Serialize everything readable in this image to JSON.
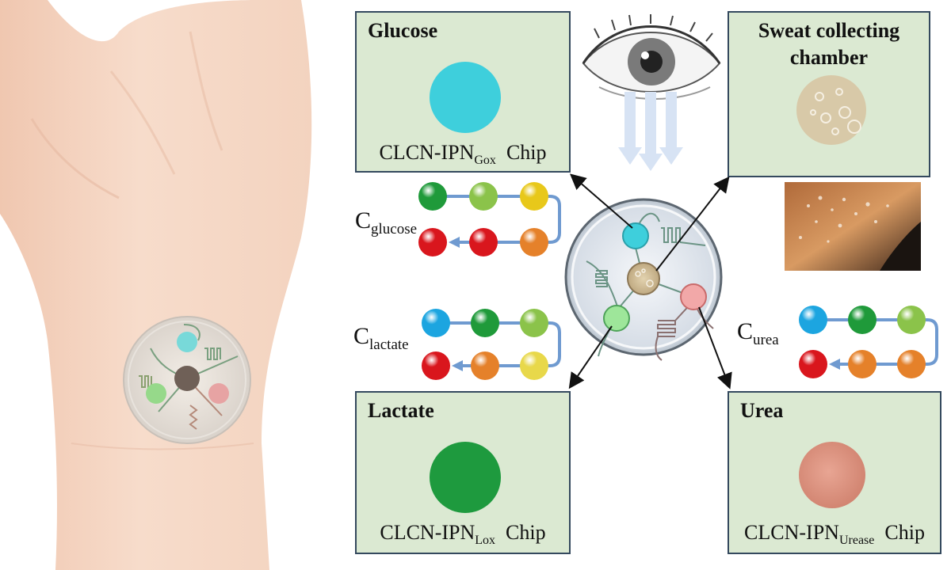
{
  "panels": {
    "glucose": {
      "title": "Glucose",
      "chip_main": "CLCN-IPN",
      "chip_sub": "Gox",
      "chip_suffix": "Chip",
      "color": "#3ecfdc"
    },
    "sweat": {
      "title_line1": "Sweat collecting",
      "title_line2": "chamber",
      "color": "#d8c9a8"
    },
    "lactate": {
      "title": "Lactate",
      "chip_main": "CLCN-IPN",
      "chip_sub": "Lox",
      "chip_suffix": "Chip",
      "color": "#1e9a3e"
    },
    "urea": {
      "title": "Urea",
      "chip_main": "CLCN-IPN",
      "chip_sub": "Urease",
      "chip_suffix": "Chip",
      "color": "#d88d79"
    }
  },
  "concentration_labels": {
    "glucose": {
      "main": "C",
      "sub": "glucose"
    },
    "lactate": {
      "main": "C",
      "sub": "lactate"
    },
    "urea": {
      "main": "C",
      "sub": "urea"
    }
  },
  "color_scales": {
    "glucose": {
      "top": [
        "#1f9a3a",
        "#8bc34a",
        "#e8c81a"
      ],
      "bottom": [
        "#d9161d",
        "#d9161d",
        "#e5812a"
      ]
    },
    "lactate": {
      "top": [
        "#1ca5e0",
        "#1f9a3a",
        "#8bc34a"
      ],
      "bottom": [
        "#d9161d",
        "#e5812a",
        "#e8d84a"
      ]
    },
    "urea": {
      "top": [
        "#1ca5e0",
        "#1f9a3a",
        "#8bc34a"
      ],
      "bottom": [
        "#d9161d",
        "#e5812a",
        "#e5812a"
      ]
    }
  },
  "device": {
    "spots": [
      "glucose",
      "lactate",
      "urea",
      "sweat"
    ]
  }
}
